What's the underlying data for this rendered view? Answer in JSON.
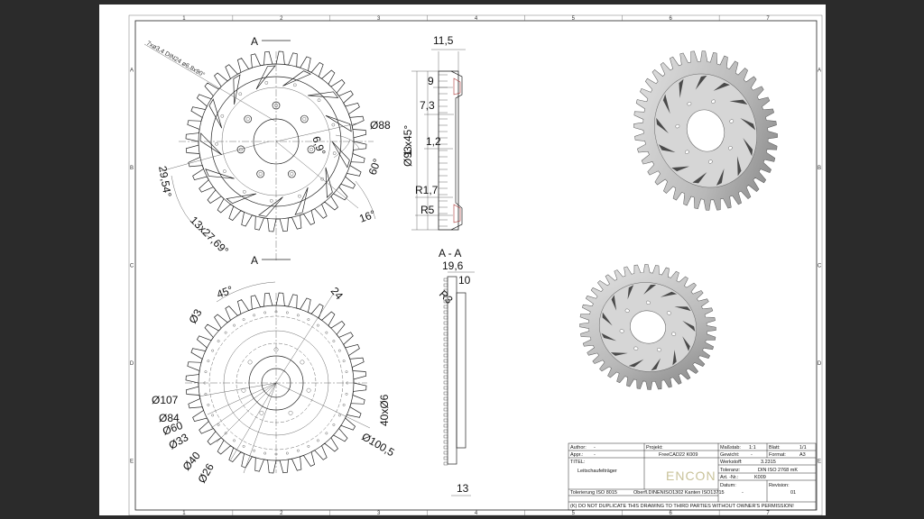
{
  "border": {
    "cols": [
      "1",
      "2",
      "3",
      "4",
      "5",
      "6",
      "7"
    ],
    "rows": [
      "A",
      "B",
      "C",
      "D",
      "E"
    ]
  },
  "dims_top": {
    "section_mark": "A",
    "holes_note": "7xø3,4 DIN24 ø6,8x90°",
    "angle_69": "6,9°",
    "dia_88": "Ø88",
    "angle_2954": "29,54°",
    "angle_60": "60°",
    "angle_16": "16°",
    "pitch_note": "13x27,69°"
  },
  "dims_section": {
    "w115": "11,5",
    "w9": "9",
    "w73": "7,3",
    "chamfer": "1 x45°",
    "w12": "1,2",
    "dia93": "Ø93",
    "r17": "R1,7",
    "r5": "R5",
    "section_title": "A - A",
    "w196": "19,6",
    "w10": "10",
    "r3": "R3",
    "w13": "13"
  },
  "dims_bottom": {
    "angle45": "45°",
    "d3": "Ø3",
    "d24": "24",
    "d107": "Ø107",
    "d84": "Ø84",
    "d60": "Ø60",
    "d33": "Ø33",
    "d40": "Ø40",
    "d26": "Ø26",
    "d40x6": "40xØ6",
    "d1005": "Ø100,5"
  },
  "title_block": {
    "author_label": "Author:",
    "author_value": "-",
    "appr_label": "Appr.:",
    "appr_value": "-",
    "projekt_label": "Projekt:",
    "projekt_value": "FreeCAD22 K009",
    "massstab_label": "Maßstab:",
    "massstab_value": "1:1",
    "blatt_label": "Blatt:",
    "blatt_value": "1/1",
    "gewicht_label": "Gewicht:",
    "gewicht_value": "-",
    "format_label": "Format:",
    "format_value": "A3",
    "titel_label": "TITEL:",
    "titel_value": "Leitschaufelträger",
    "werkstoff_label": "Werkstoff:",
    "werkstoff_value": "3.2315",
    "toleranz_label": "Toleranz:",
    "toleranz_value": "DIN ISO 2768 mK",
    "art_label": "Art. -Nr.:",
    "art_value": "K009",
    "datum_label": "Datum:",
    "datum_value": "-",
    "revision_label": "Revision:",
    "revision_value": "01",
    "logo_text": "ENCON",
    "tolerancing": "Tolerierung ISO 8015",
    "surface": "Oberfl.DINENISO1302 Kanten ISO13715",
    "copyright": "(K) DO NOT DUPLICATE THIS DRAWING TO THIRD PARTIES WITHOUT OWNER'S PERMISSION!"
  }
}
